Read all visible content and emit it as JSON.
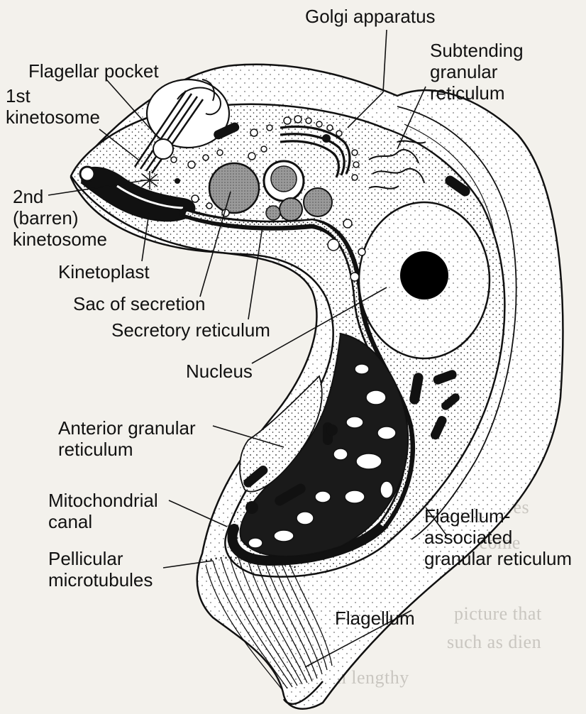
{
  "labels": {
    "golgi": "Golgi apparatus",
    "subtending_1": "Subtending",
    "subtending_2": "granular",
    "subtending_3": "reticulum",
    "flagellar_pocket": "Flagellar pocket",
    "first_kinetosome_1": "1st",
    "first_kinetosome_2": "kinetosome",
    "second_kinetosome_1": "2nd",
    "second_kinetosome_2": "(barren)",
    "second_kinetosome_3": "kinetosome",
    "kinetoplast": "Kinetoplast",
    "sac_of_secretion": "Sac of secretion",
    "secretory_reticulum": "Secretory reticulum",
    "nucleus": "Nucleus",
    "anterior_1": "Anterior granular",
    "anterior_2": "reticulum",
    "mitochondrial_1": "Mitochondrial",
    "mitochondrial_2": "canal",
    "pellicular_1": "Pellicular",
    "pellicular_2": "microtubules",
    "flagellum_assoc_1": "Flagellum-",
    "flagellum_assoc_2": "associated",
    "flagellum_assoc_3": "granular reticulum",
    "flagellum": "Flagellum"
  },
  "colors": {
    "ink": "#111111",
    "paper": "#f3f1ec",
    "show_through": "#c9c6c0"
  }
}
